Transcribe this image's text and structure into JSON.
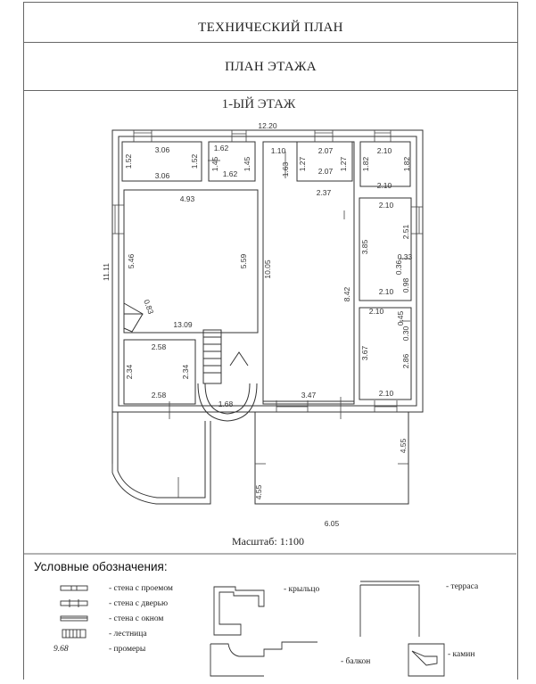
{
  "header": {
    "title": "ТЕХНИЧЕСКИЙ ПЛАН",
    "subtitle": "ПЛАН ЭТАЖА",
    "floor": "1-ЫЙ ЭТАЖ"
  },
  "dimensions": {
    "total_width": "12.20",
    "total_height": "11.11",
    "r1_top": "3.06",
    "r1_left": "1.52",
    "r1_right": "1.52",
    "r1_bottom": "3.06",
    "r2_top": "1.62",
    "r2_left": "1.45",
    "r2_right": "1.45",
    "r2_bottom": "1.62",
    "corr_top": "1.10",
    "corr_left": "1.63",
    "r3_top": "2.07",
    "r3_left": "1.27",
    "r3_right": "1.27",
    "r3_bottom": "2.07",
    "r4_top": "2.10",
    "r4_left": "1.82",
    "r4_right": "1.82",
    "r4_bottom": "2.10",
    "big_top": "4.93",
    "big_left": "5.46",
    "big_right": "5.59",
    "chimney": "0.83",
    "hall_height": "10.05",
    "right_top": "2.37",
    "right_height": "8.42",
    "right_bottom": "3.47",
    "r5_top": "2.10",
    "r5_left": "3.85",
    "r5_right": "2.51",
    "r5_bottom": "2.10",
    "niche_a": "0.36",
    "niche_b": "0.33",
    "niche_c": "0.98",
    "r6_top": "2.10",
    "r6_left": "3.67",
    "r6_right": "2.86",
    "r6_bottom": "2.10",
    "niche_d": "0.45",
    "niche_e": "0.30",
    "sub_width": "13.09",
    "r7_top": "2.58",
    "r7_left": "2.34",
    "r7_right": "2.34",
    "r7_bottom": "2.58",
    "stair_width": "1.68",
    "terrace_height_right": "4.55",
    "terrace_height_left": "4.55",
    "terrace_width": "6.05"
  },
  "scale_label": "Масштаб: 1:100",
  "legend": {
    "title": "Условные обозначения:",
    "items": {
      "opening": "- стена с проемом",
      "door": "- стена с дверью",
      "window": "- стена с окном",
      "stairs": "- лестница",
      "measure_sample": "9.68",
      "measures": "- промеры",
      "porch": "- крыльцо",
      "terrace": "- терраса",
      "balcony": "- балкон",
      "fireplace": "- камин"
    }
  }
}
